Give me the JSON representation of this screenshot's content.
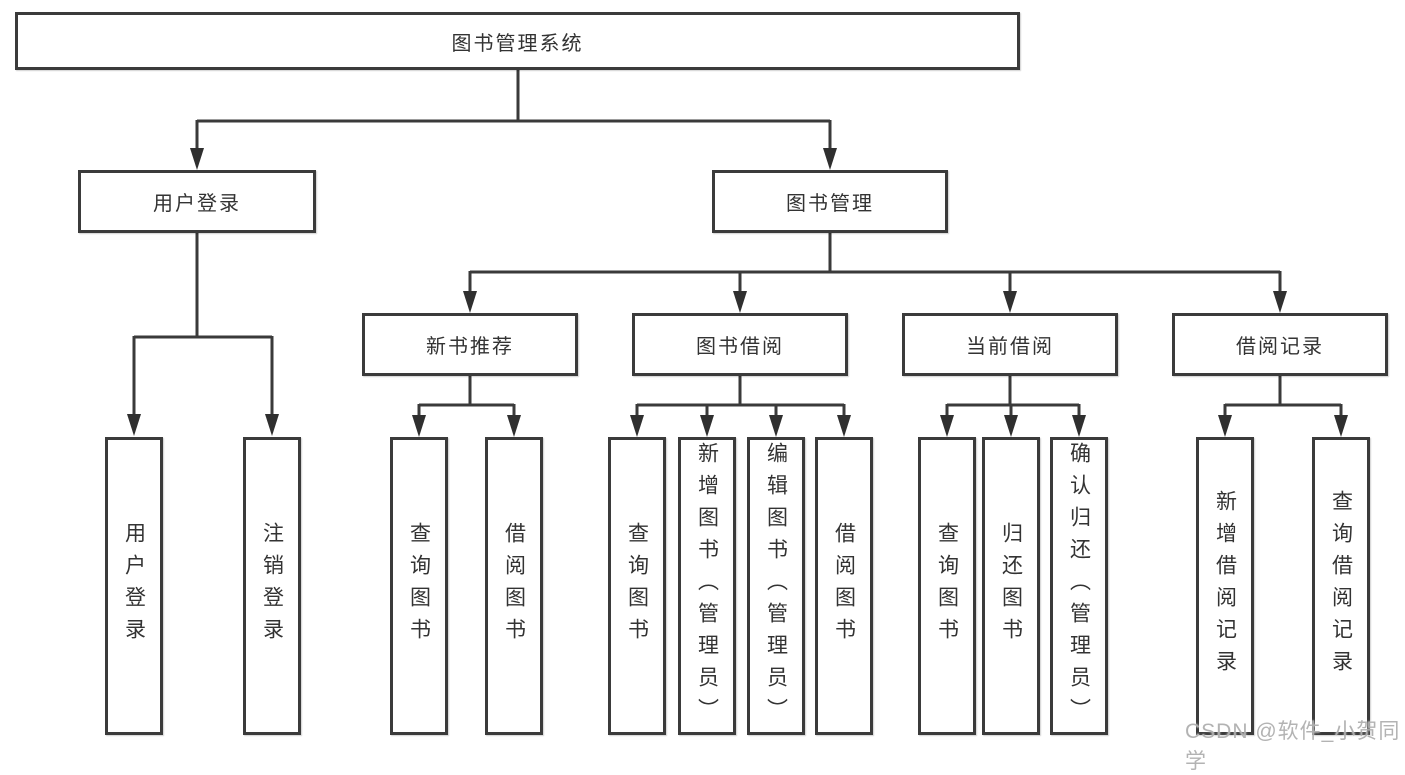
{
  "tree": {
    "root": "图书管理系统",
    "children": [
      {
        "label": "用户登录",
        "children": [
          {
            "label": "用户登录"
          },
          {
            "label": "注销登录"
          }
        ]
      },
      {
        "label": "图书管理",
        "children": [
          {
            "label": "新书推荐",
            "children": [
              {
                "label": "查询图书"
              },
              {
                "label": "借阅图书"
              }
            ]
          },
          {
            "label": "图书借阅",
            "children": [
              {
                "label": "查询图书"
              },
              {
                "label": "新增图书（管理员）"
              },
              {
                "label": "编辑图书（管理员）"
              },
              {
                "label": "借阅图书"
              }
            ]
          },
          {
            "label": "当前借阅",
            "children": [
              {
                "label": "查询图书"
              },
              {
                "label": "归还图书"
              },
              {
                "label": "确认归还（管理员）"
              }
            ]
          },
          {
            "label": "借阅记录",
            "children": [
              {
                "label": "新增借阅记录"
              },
              {
                "label": "查询借阅记录"
              }
            ]
          }
        ]
      }
    ]
  },
  "watermark": "CSDN @软件_小贺同学",
  "colors": {
    "line": "#3a3a3a",
    "border": "#3b3b3b",
    "text": "#333333",
    "background": "#ffffff",
    "watermark": "#acacac"
  }
}
